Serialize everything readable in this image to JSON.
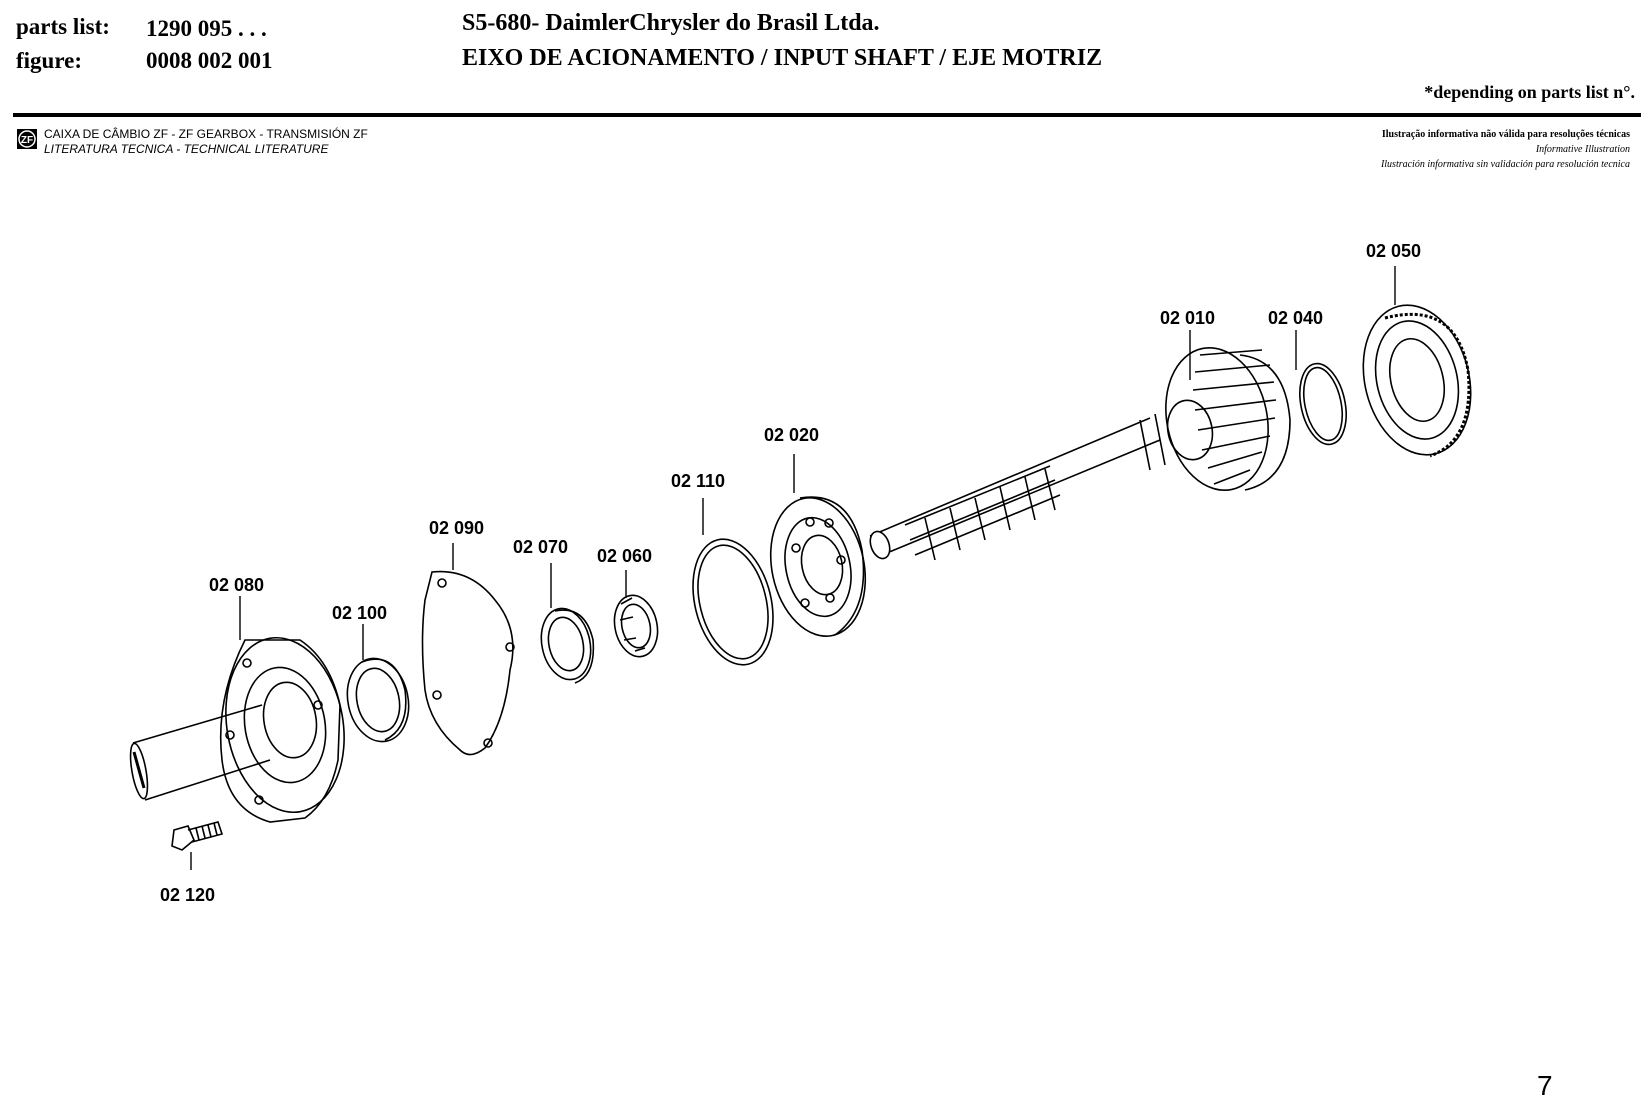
{
  "header": {
    "parts_list_label": "parts list:",
    "parts_list_value": "1290 095 . . .",
    "figure_label": "figure:",
    "figure_value": "0008 002 001",
    "title_line1": "S5-680-  DaimlerChrysler do Brasil Ltda.",
    "title_line2": "EIXO DE ACIONAMENTO / INPUT SHAFT / EJE MOTRIZ",
    "note": "*depending on parts list n°."
  },
  "zf_block": {
    "logo_text": "ZF",
    "line1": "CAIXA DE CÂMBIO ZF - ZF GEARBOX - TRANSMISIÓN ZF",
    "line2": "LITERATURA TECNICA - TECHNICAL LITERATURE"
  },
  "disclaimer": {
    "line1": "Ilustração informativa não válida para resoluções técnicas",
    "line2": "Informative Illustration",
    "line3": "Ilustración informativa sin validación para resolución tecnica"
  },
  "callouts": {
    "c02050": "02 050",
    "c02010": "02 010",
    "c02040": "02 040",
    "c02020": "02 020",
    "c02110": "02 110",
    "c02090": "02 090",
    "c02070": "02 070",
    "c02060": "02 060",
    "c02080": "02 080",
    "c02100": "02 100",
    "c02120": "02 120"
  },
  "page_number": "7"
}
